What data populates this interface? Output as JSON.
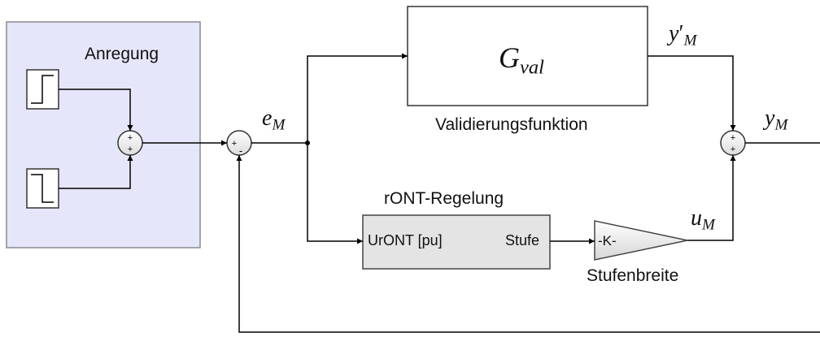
{
  "excitation": {
    "title": "Anregung",
    "fill": "#e6e6fa",
    "sum_signs": [
      "+",
      "+"
    ]
  },
  "error_sum": {
    "signs": [
      "+",
      "-"
    ]
  },
  "signals": {
    "error": {
      "base": "e",
      "sub": "M"
    },
    "val_out": {
      "base": "y",
      "prime": "′",
      "sub": "M"
    },
    "output": {
      "base": "y",
      "sub": "M"
    },
    "gain_out": {
      "base": "u",
      "sub": "M"
    }
  },
  "validation": {
    "title": "Validierungsfunktion",
    "symbol": {
      "base": "G",
      "sub": "val"
    }
  },
  "ront": {
    "title": "rONT-Regelung",
    "input_port": "UrONT [pu]",
    "output_port": "Stufe",
    "fill": "#e4e4e4"
  },
  "gain": {
    "label": "-K-",
    "title": "Stufenbreite"
  },
  "output_sum": {
    "signs": [
      "+",
      "+"
    ]
  }
}
